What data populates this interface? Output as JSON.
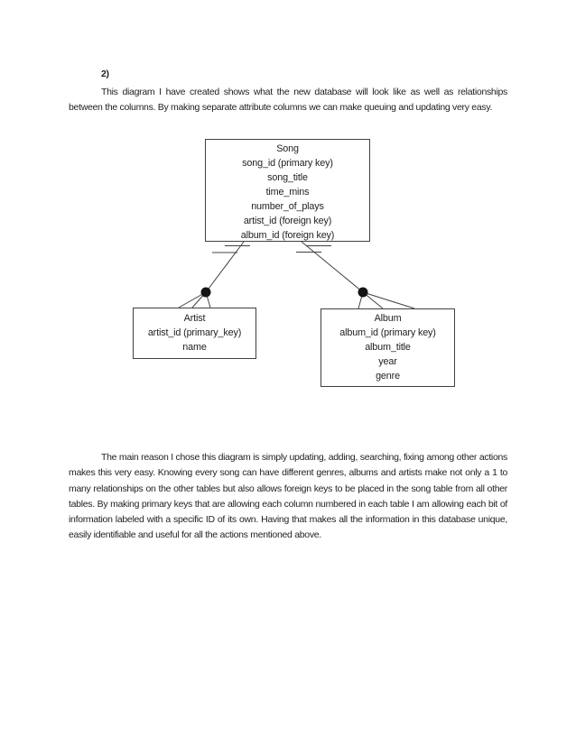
{
  "document": {
    "section_number": "2)",
    "paragraph1": "This diagram I have created shows what the new database will look like as well as relationships between the columns. By making separate attribute columns we can make queuing and updating very easy.",
    "paragraph2": "The main reason I chose this diagram is simply updating, adding, searching, fixing among other actions makes this very easy. Knowing every song can have different genres, albums and artists make not only a 1 to many relationships on the other tables but also allows foreign keys to be placed in the song table from all other tables. By making primary keys that are allowing each column numbered in each table I am allowing each bit of information labeled with a specific ID of its own. Having that makes all the information in this database unique, easily identifiable and useful for all the actions mentioned above."
  },
  "diagram": {
    "entities": [
      {
        "name": "Song",
        "attributes": [
          "song_id (primary key)",
          "song_title",
          "time_mins",
          "number_of_plays",
          "artist_id (foreign key)",
          "album_id (foreign key)"
        ]
      },
      {
        "name": "Artist",
        "attributes": [
          "artist_id (primary_key)",
          "name"
        ]
      },
      {
        "name": "Album",
        "attributes": [
          "album_id (primary key)",
          "album_title",
          "year",
          "genre"
        ]
      }
    ],
    "relationships": [
      {
        "from": "Song",
        "to": "Artist",
        "cardinality": "one-to-many",
        "song_end_notation": "one (double bar)",
        "child_end_notation": "many (solid circle with crow's foot)"
      },
      {
        "from": "Song",
        "to": "Album",
        "cardinality": "one-to-many",
        "song_end_notation": "one (double bar)",
        "child_end_notation": "many (solid circle with crow's foot)"
      }
    ],
    "colors": {
      "line": "#404040",
      "text": "#1f1f1f",
      "page_background": "#ffffff"
    }
  }
}
